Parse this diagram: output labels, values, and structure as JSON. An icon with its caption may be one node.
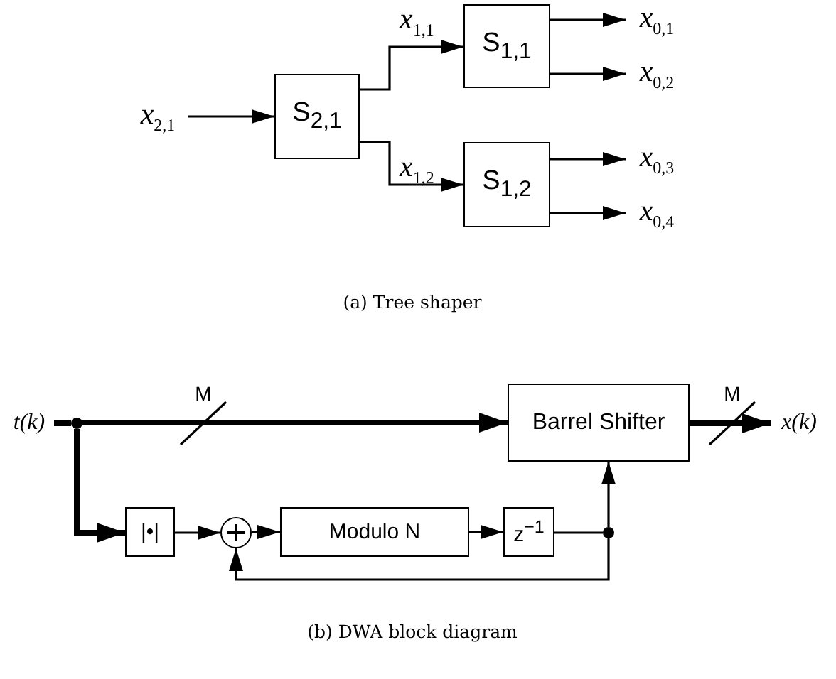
{
  "diagram": {
    "nodes": [
      {
        "text": [
          "x$_{2,1}$"
        ]
      },
      {
        "text": [
          "S$_{2,1}$"
        ]
      },
      {
        "text": [
          "S$_{1,1}$"
        ]
      },
      {
        "text": [
          "S$_{1,2}$"
        ]
      },
      {
        "text": [
          "x$_{0,1}$"
        ]
      },
      {
        "text": [
          "x$_{0,2}$"
        ]
      },
      {
        "text": [
          "x$_{0,3}$"
        ]
      },
      {
        "text": [
          "x$_{0,4}$"
        ]
      },
      {
        "text": [
          "t(k)"
        ]
      },
      {
        "text": [],
        "shape": "circle"
      },
      {
        "text": [
          "Barrel Shifter"
        ]
      },
      {
        "text": [
          "x(k)"
        ]
      },
      {
        "text": [
          "|•|"
        ]
      },
      {
        "text": [],
        "shape": "circle"
      },
      {
        "text": [
          "Modulo N"
        ]
      },
      {
        "text": [
          "z$^{−1}$"
        ]
      },
      {
        "text": [],
        "shape": "circle"
      }
    ],
    "edges": [
      {
        "from": 0,
        "to": 1,
        "arrow": "to"
      },
      {
        "from": 1,
        "to": 2,
        "arrow": "to",
        "label": "x$_{1,1}$"
      },
      {
        "from": 1,
        "to": 3,
        "arrow": "to",
        "label": "x$_{1,2}$"
      },
      {
        "from": 2,
        "to": 4,
        "arrow": "to"
      },
      {
        "from": 2,
        "to": 5,
        "arrow": "to"
      },
      {
        "from": 3,
        "to": 6,
        "arrow": "to"
      },
      {
        "from": 3,
        "to": 7,
        "arrow": "to"
      },
      {
        "from": 8,
        "to": 9,
        "arrow": "none",
        "style": "thick"
      },
      {
        "from": 9,
        "to": 10,
        "arrow": "to",
        "style": "thick"
      },
      {
        "from": 10,
        "to": 11,
        "arrow": "to",
        "style": "thick"
      },
      {
        "from": 9,
        "to": 12,
        "arrow": "to",
        "style": "thick"
      },
      {
        "from": 12,
        "to": 13,
        "arrow": "to"
      },
      {
        "from": 13,
        "to": 14,
        "arrow": "to"
      },
      {
        "from": 14,
        "to": 15,
        "arrow": "to"
      },
      {
        "from": 15,
        "to": 16,
        "arrow": "none"
      },
      {
        "from": 16,
        "to": 10,
        "arrow": "to"
      },
      {
        "from": 16,
        "to": 13,
        "arrow": "to"
      }
    ],
    "labels": [
      "(a) Tree shaper",
      "M",
      "M",
      "(b) DWA block diagram"
    ]
  }
}
